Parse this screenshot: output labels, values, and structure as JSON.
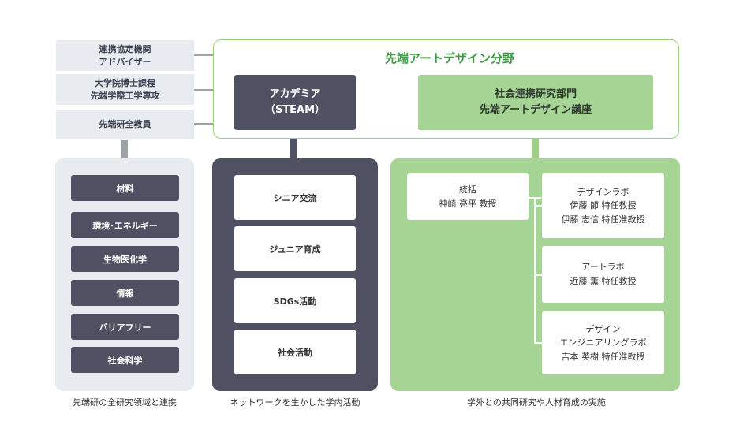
{
  "left_labels": [
    {
      "lines": [
        "連携協定機関",
        "アドバイザー"
      ]
    },
    {
      "lines": [
        "大学院博士課程",
        "先端学際工学専攻"
      ]
    },
    {
      "lines": [
        "先端研全教員"
      ]
    }
  ],
  "frame": {
    "title": "先端アートデザイン分野"
  },
  "academia_box": {
    "lines": [
      "アカデミア",
      "（STEAM）"
    ]
  },
  "social_box": {
    "lines": [
      "社会連携研究部門",
      "先端アートデザイン講座"
    ]
  },
  "research_fields": [
    "材料",
    "環境･エネルギー",
    "生物医化学",
    "情報",
    "バリアフリー",
    "社会科学"
  ],
  "network_items": [
    "シニア交流",
    "ジュニア育成",
    "SDGs活動",
    "社会活動"
  ],
  "lead": {
    "lines": [
      "統括",
      "神崎 亮平 教授"
    ]
  },
  "labs": [
    {
      "lines": [
        "デザインラボ",
        "伊藤 節 特任教授",
        "伊藤 志信 特任准教授"
      ]
    },
    {
      "lines": [
        "アートラボ",
        "近藤 薫 特任教授"
      ]
    },
    {
      "lines": [
        "デザイン",
        "エンジニアリングラボ",
        "吉本 英樹 特任准教授"
      ]
    }
  ],
  "captions": {
    "left": "先端研の全研究領域と連携",
    "middle": "ネットワークを生かした学内活動",
    "right": "学外との共同研究や人材育成の実施"
  },
  "colors": {
    "gray_panel": "#e8ebef",
    "dark": "#4f5162",
    "green": "#a5d495",
    "green_title": "#3f9a44",
    "green_line": "#9fce85"
  }
}
